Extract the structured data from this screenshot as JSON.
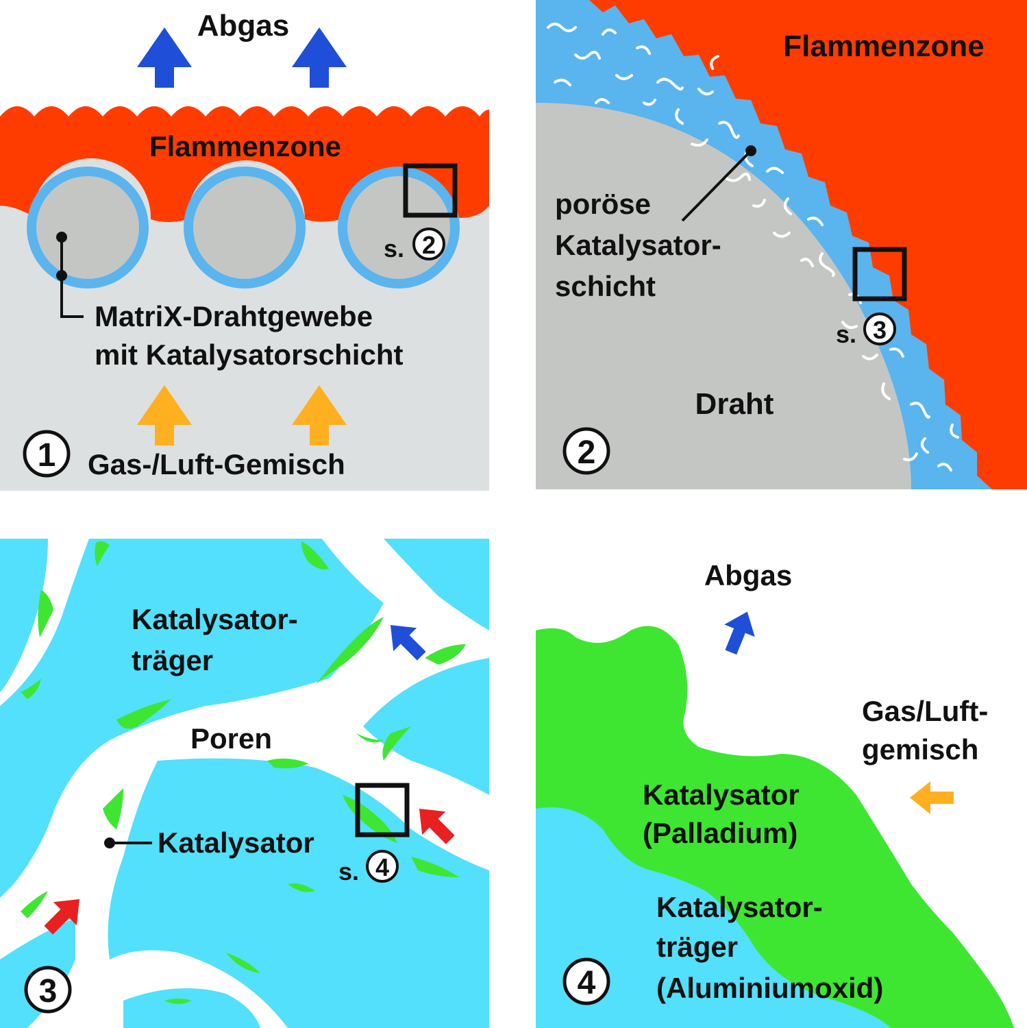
{
  "panel1": {
    "number": "1",
    "exhaust_label": "Abgas",
    "flame_label": "Flammenzone",
    "matrix_label_line1": "MatriX-Drahtgewebe",
    "matrix_label_line2": "mit Katalysatorschicht",
    "mixture_label": "Gas-/Luft-Gemisch",
    "ref_prefix": "s.",
    "ref_number": "2"
  },
  "panel2": {
    "number": "2",
    "flame_label": "Flammenzone",
    "porous_line1": "poröse",
    "porous_line2": "Katalysator-",
    "porous_line3": "schicht",
    "wire_label": "Draht",
    "ref_prefix": "s.",
    "ref_number": "3"
  },
  "panel3": {
    "number": "3",
    "carrier_line1": "Katalysator-",
    "carrier_line2": "träger",
    "pores_label": "Poren",
    "catalyst_label": "Katalysator",
    "ref_prefix": "s.",
    "ref_number": "4"
  },
  "panel4": {
    "number": "4",
    "exhaust_label": "Abgas",
    "mixture_line1": "Gas/Luft-",
    "mixture_line2": "gemisch",
    "catalyst_line1": "Katalysator",
    "catalyst_line2": "(Palladium)",
    "carrier_line1": "Katalysator-",
    "carrier_line2": "träger",
    "carrier_line3": "(Aluminiumoxid)"
  },
  "colors": {
    "flame": "#ff3c00",
    "gray_bg": "#dde0e0",
    "wire_gray": "#c4c6c4",
    "blue_coat": "#5ab4ee",
    "cyan": "#52e0fc",
    "green": "#3ee632",
    "arrow_blue": "#1f4fd8",
    "arrow_orange": "#ffb020",
    "arrow_red": "#e82020"
  }
}
